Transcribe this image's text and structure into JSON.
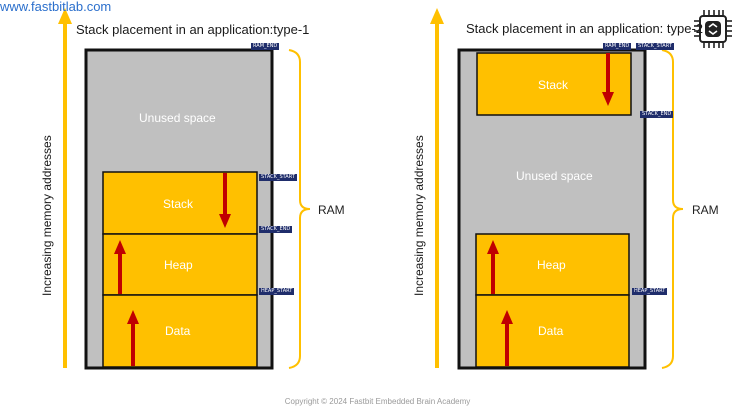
{
  "header": {
    "site_url": "www.fastbitlab.com"
  },
  "footer": {
    "copyright": "Copyright © 2024 Fastbit Embedded Brain Academy"
  },
  "logo": {
    "icon": "chip-icon"
  },
  "colors": {
    "ram_fill": "#c0c0c0",
    "block_fill": "#ffc000",
    "arrow": "#c00000",
    "axis_arrow": "#ffc000",
    "tag_bg": "#1f2d6b",
    "border": "#111111"
  },
  "diagram1": {
    "title": "Stack placement in an application:type-1",
    "axis_label": "Increasing memory addresses",
    "unused_label": "Unused space",
    "stack_label": "Stack",
    "heap_label": "Heap",
    "data_label": "Data",
    "ram_label": "RAM",
    "tag_ram_end": "RAM_END",
    "tag_stack_start": "STACK_START",
    "tag_stack_end": "STACK_END",
    "tag_heap_start": "HEAP_START"
  },
  "diagram2": {
    "title": "Stack placement in an application: type-2",
    "axis_label": "Increasing memory addresses",
    "unused_label": "Unused space",
    "stack_label": "Stack",
    "heap_label": "Heap",
    "data_label": "Data",
    "ram_label": "RAM",
    "tag_ram_end": "RAM_END",
    "tag_stack_start": "STACK_START",
    "tag_stack_end": "STACK_END",
    "tag_heap_start": "HEAP_START"
  }
}
